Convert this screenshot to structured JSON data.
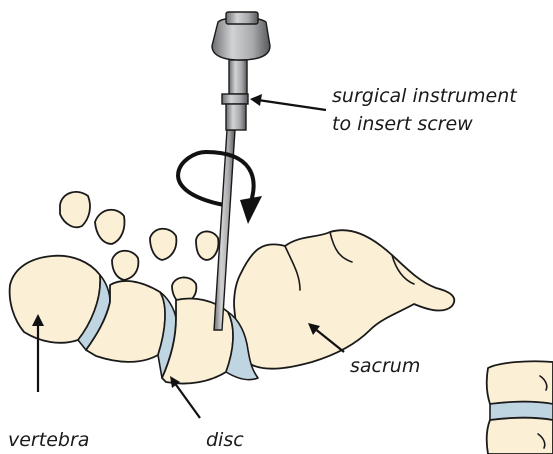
{
  "labels": {
    "instrument_line1": "surgical instrument",
    "instrument_line2": "to insert screw",
    "sacrum": "sacrum",
    "vertebra": "vertebra",
    "disc": "disc"
  },
  "colors": {
    "bone_fill": "#fbefd6",
    "disc_fill": "#bfd6e2",
    "instrument_metal": "#a7a9ac",
    "outline": "#1a1a1a"
  }
}
